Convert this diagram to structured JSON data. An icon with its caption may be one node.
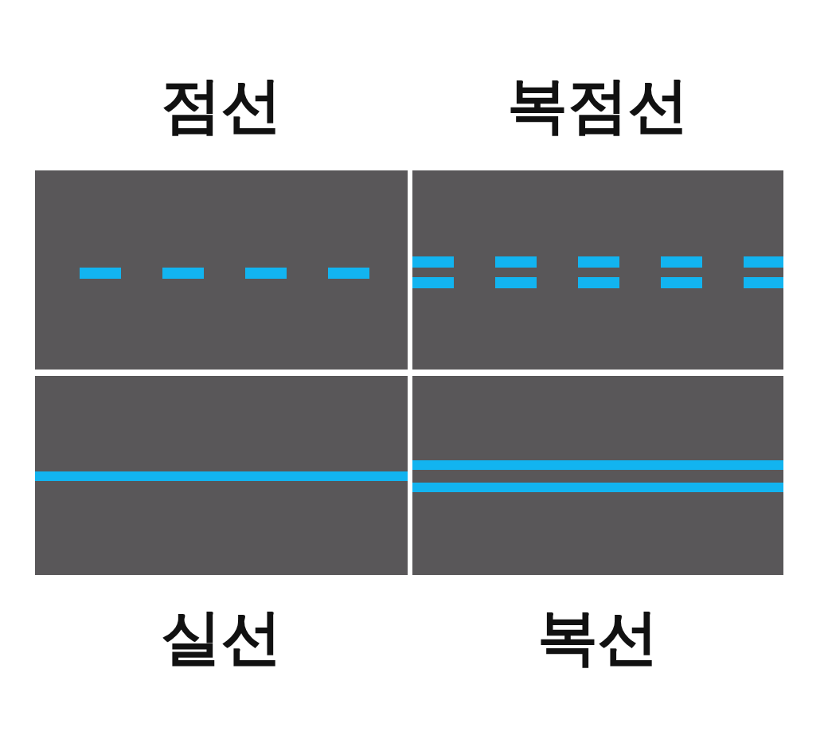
{
  "diagram": {
    "nodes": [
      {
        "text": [
          "점선"
        ]
      },
      {
        "text": [
          "복점선"
        ]
      },
      {
        "text": [
          "실선"
        ]
      },
      {
        "text": [
          "복선"
        ]
      }
    ]
  }
}
